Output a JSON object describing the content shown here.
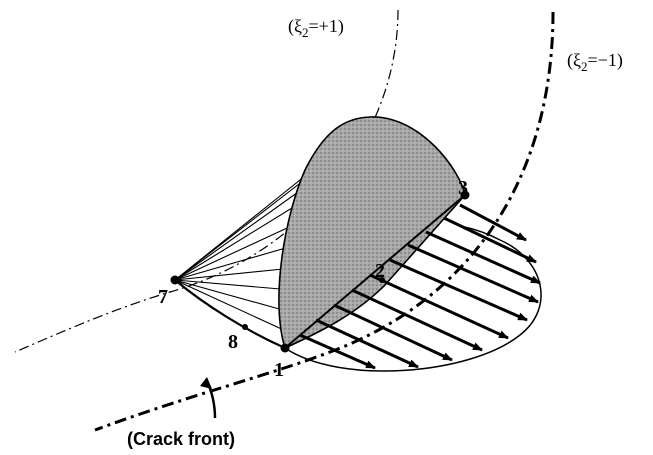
{
  "labels": {
    "xi_plus": "(ξ",
    "xi_plus_sub": "2",
    "xi_plus_val": "=+1)",
    "xi_minus": "(ξ",
    "xi_minus_sub": "2",
    "xi_minus_val": "=−1)",
    "crack_front": "(Crack front)"
  },
  "nodes": {
    "n1": "1",
    "n2": "2",
    "n3": "3",
    "n7": "7",
    "n8": "8"
  },
  "colors": {
    "ink": "#000000",
    "shade": "#9a9a9a"
  }
}
